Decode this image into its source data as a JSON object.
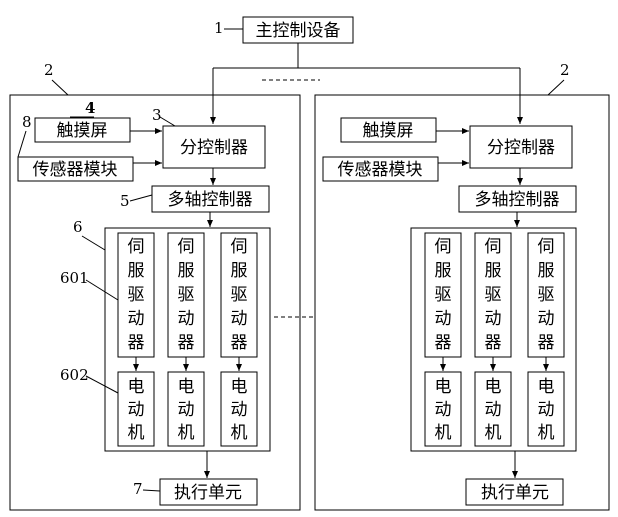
{
  "main_controller": {
    "label": "主控制设备",
    "ref": "1"
  },
  "panels": [
    {
      "ref": "2",
      "touch_screen": {
        "label": "触摸屏",
        "ref": "4"
      },
      "sensor_module": {
        "label": "传感器模块",
        "ref": "8"
      },
      "sub_controller": {
        "label": "分控制器",
        "ref": "3"
      },
      "multi_axis": {
        "label": "多轴控制器",
        "ref": "5"
      },
      "drive_group_ref": "6",
      "servo_ref": "601",
      "motor_ref": "602",
      "servo_label": [
        "伺",
        "服",
        "驱",
        "动",
        "器"
      ],
      "motor_label": [
        "电",
        "动",
        "机"
      ],
      "exec_unit": {
        "label": "执行单元",
        "ref": "7"
      }
    },
    {
      "ref": "2",
      "touch_screen": {
        "label": "触摸屏"
      },
      "sensor_module": {
        "label": "传感器模块"
      },
      "sub_controller": {
        "label": "分控制器"
      },
      "multi_axis": {
        "label": "多轴控制器"
      },
      "servo_label": [
        "伺",
        "服",
        "驱",
        "动",
        "器"
      ],
      "motor_label": [
        "电",
        "动",
        "机"
      ],
      "exec_unit": {
        "label": "执行单元"
      }
    }
  ]
}
